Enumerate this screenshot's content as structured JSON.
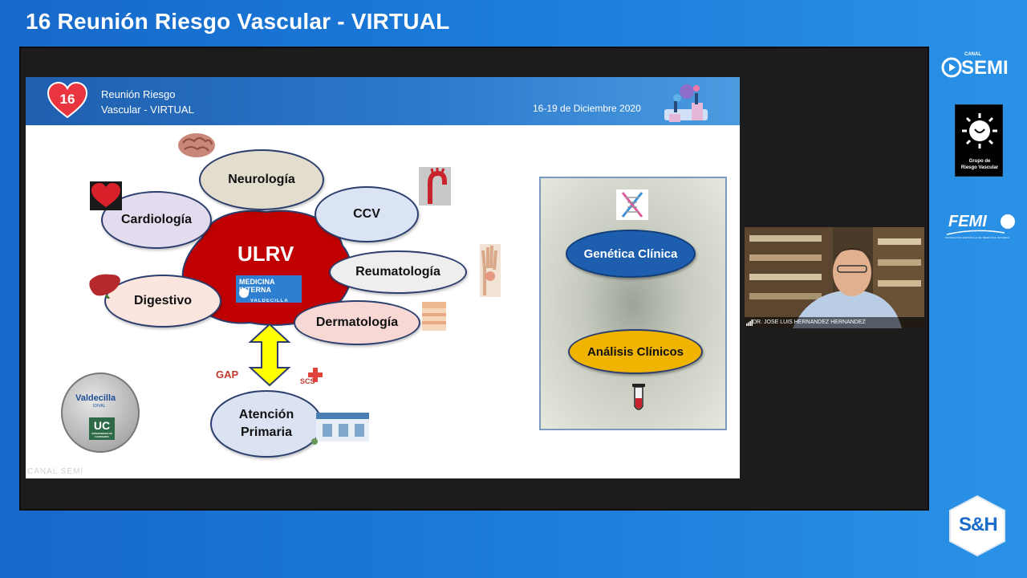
{
  "header": {
    "title": "16 Reunión Riesgo Vascular - VIRTUAL"
  },
  "slide": {
    "badge_number": "16",
    "event_line1": "Reunión Riesgo",
    "event_line2": "Vascular - VIRTUAL",
    "dates": "16-19 de Diciembre 2020",
    "center_label": "ULRV",
    "mi_logo_line1": "MEDICINA INTERNA",
    "mi_logo_line2": "VALDECILLA",
    "specialties": {
      "neurologia": "Neurología",
      "cardiologia": "Cardiología",
      "ccv": "CCV",
      "reumatologia": "Reumatología",
      "digestivo": "Digestivo",
      "dermatologia": "Dermatología"
    },
    "atencion_line1": "Atención",
    "atencion_line2": "Primaria",
    "gap_logo": "GAP",
    "scs_logo": "SCS",
    "right_panel": {
      "genetica": "Genética Clínica",
      "analisis": "Análisis Clínicos"
    },
    "valdecilla_logo": "Valdecilla",
    "idival": "IDIVAL",
    "uc_logo": "UC",
    "uc_sub": "UNIVERSIDAD DE CANTABRIA",
    "watermark": "CANAL SEMI"
  },
  "video": {
    "caption": "DR. JOSE LUIS HERNANDEZ HERNANDEZ"
  },
  "sidebar": {
    "canal": "CANAL",
    "semi": "SEMI",
    "grv_line1": "Grupo de",
    "grv_line2": "Riesgo Vascular",
    "femi": "FEMI",
    "femi_sub": "FUNDACIÓN ESPAÑOLA DE MEDICINA INTERNA",
    "sh": "S&H"
  },
  "colors": {
    "background": "#1b7ad8",
    "ulrv_red": "#c00000",
    "genetica_blue": "#1d5fae",
    "analisis_yellow": "#f0b400",
    "arrow_yellow": "#ffff00"
  }
}
